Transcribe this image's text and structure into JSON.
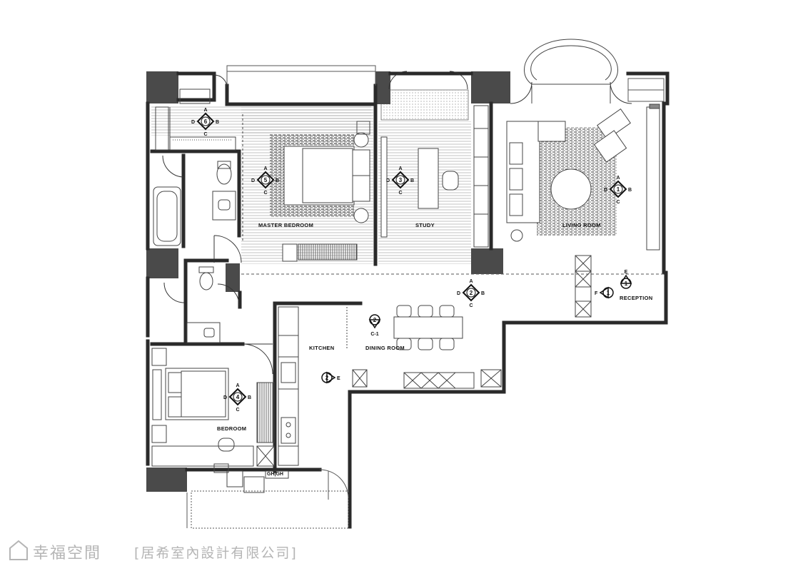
{
  "rooms": {
    "master_bedroom": "MASTER BEDROOM",
    "study": "STUDY",
    "living_room": "LIVING ROOM",
    "reception": "RECEPTION",
    "kitchen": "KITCHEN",
    "dining_room": "DINING ROOM",
    "bedroom": "BEDROOM"
  },
  "view_markers": [
    {
      "id": "marker-6",
      "number": "6",
      "top": "A",
      "right": "B",
      "bottom": "C",
      "left": "D"
    },
    {
      "id": "marker-5",
      "number": "5",
      "top": "A",
      "right": "B",
      "bottom": "C",
      "left": "D"
    },
    {
      "id": "marker-3",
      "number": "3",
      "top": "A",
      "right": "B",
      "bottom": "C",
      "left": "D"
    },
    {
      "id": "marker-1-living",
      "number": "1",
      "top": "A",
      "right": "B",
      "bottom": "C",
      "left": "D"
    },
    {
      "id": "marker-2-dining",
      "number": "2",
      "top": "A",
      "right": "B",
      "bottom": "C",
      "left": "D"
    },
    {
      "id": "marker-4",
      "number": "4",
      "top": "A",
      "right": "B",
      "bottom": "C",
      "left": "D"
    }
  ],
  "single_markers": [
    {
      "id": "reception-e",
      "number": "1",
      "label": "E"
    },
    {
      "id": "reception-f",
      "number": "1",
      "label": "F"
    },
    {
      "id": "kitchen-e",
      "number": "2",
      "label": "E"
    },
    {
      "id": "dining-c1",
      "number": "2",
      "label": "C-1"
    }
  ],
  "fixtures": {
    "fridge_tag": "GH|GH"
  },
  "watermark": {
    "brand": "幸福空間",
    "company": "[居希室內設計有限公司]"
  }
}
